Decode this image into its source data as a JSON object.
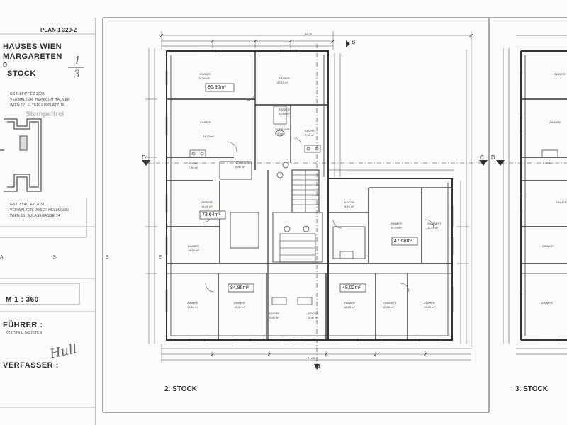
{
  "title_block": {
    "plan_no": "PLAN 1 329-2",
    "line1": "HAUSES WIEN",
    "line2": "MARGARETEN",
    "line3": "0",
    "line4": "STOCK",
    "sheet_fraction_top": "1",
    "sheet_fraction_bottom": "3",
    "owner1_a": "GST. 854/7 EZ 2033",
    "owner1_b": "VERWALTER: HEINRICH HALMER",
    "owner1_c": "WIEN 17, ELTERLEINPLATZ 16",
    "stamp": "Stempelfrei",
    "owner2_a": "GST. 854/7 EZ 2031",
    "owner2_b": "VERWALTER: JOSEF HELLMANN",
    "owner2_c": "WIEN 15, JOLASEGASSE 14",
    "gasse": "A S S E",
    "scale": "M 1 : 360",
    "fuehrer": "FÜHRER :",
    "fuehrer_sub": "STADTBAUMEISTER",
    "verfasser": "VERFASSER :",
    "signature": "Hull"
  },
  "plan": {
    "floor_label": "2. STOCK",
    "floor_label_right": "3. STOCK",
    "section_a": "A",
    "section_b": "B",
    "section_c": "C",
    "section_d": "D",
    "dim_total_top": "32,70",
    "dim_total_bottom": "21,00",
    "apartments": [
      {
        "area": "86,90m²"
      },
      {
        "area": "73,64m²"
      },
      {
        "area": "47,68m²"
      },
      {
        "area": "84,88m²"
      },
      {
        "area": "48,02m²"
      }
    ],
    "rooms": [
      {
        "label": "ZIMMER",
        "sub": "18,50 m²"
      },
      {
        "label": "ZIMMER",
        "sub": "20,10 m²"
      },
      {
        "label": "ZIMMER",
        "sub": "24,72 m²"
      },
      {
        "label": "KÜCHE",
        "sub": "7,55 m²"
      },
      {
        "label": "VORRAUM",
        "sub": "5,60 m²"
      },
      {
        "label": "ZIMMER",
        "sub": "19,65 m²"
      },
      {
        "label": "ZIMMER",
        "sub": "16,60 m²"
      },
      {
        "label": "KÜCHE",
        "sub": "9,15 m²"
      },
      {
        "label": "ZIMMER",
        "sub": "19,24 m²"
      },
      {
        "label": "KABINETT",
        "sub": "11,52 m²"
      },
      {
        "label": "ZIMMER",
        "sub": "18,90 m²"
      },
      {
        "label": "ZIMMER",
        "sub": "18,50 m²"
      },
      {
        "label": "KÜCHE",
        "sub": "5,60 m²"
      },
      {
        "label": "KÜCHE",
        "sub": "5,90 m²"
      },
      {
        "label": "ZIMMER",
        "sub": "18,85 m²"
      },
      {
        "label": "KABINETT",
        "sub": "12,60 m²"
      },
      {
        "label": "ZIMMER",
        "sub": "19,60 m²"
      },
      {
        "label": "KÜCHE",
        "sub": "7,20 m²"
      },
      {
        "label": "VORRAUM",
        "sub": "5,80 m²"
      },
      {
        "label": "ZIMMER",
        "sub": "18,90 m²"
      }
    ],
    "right_rooms": [
      {
        "label": "ZIMMER"
      },
      {
        "label": "ZIMMER"
      },
      {
        "label": "KÜCHE"
      },
      {
        "label": "ZIMMER"
      },
      {
        "label": "ZIMMER"
      },
      {
        "label": "ZIMMER"
      }
    ]
  }
}
